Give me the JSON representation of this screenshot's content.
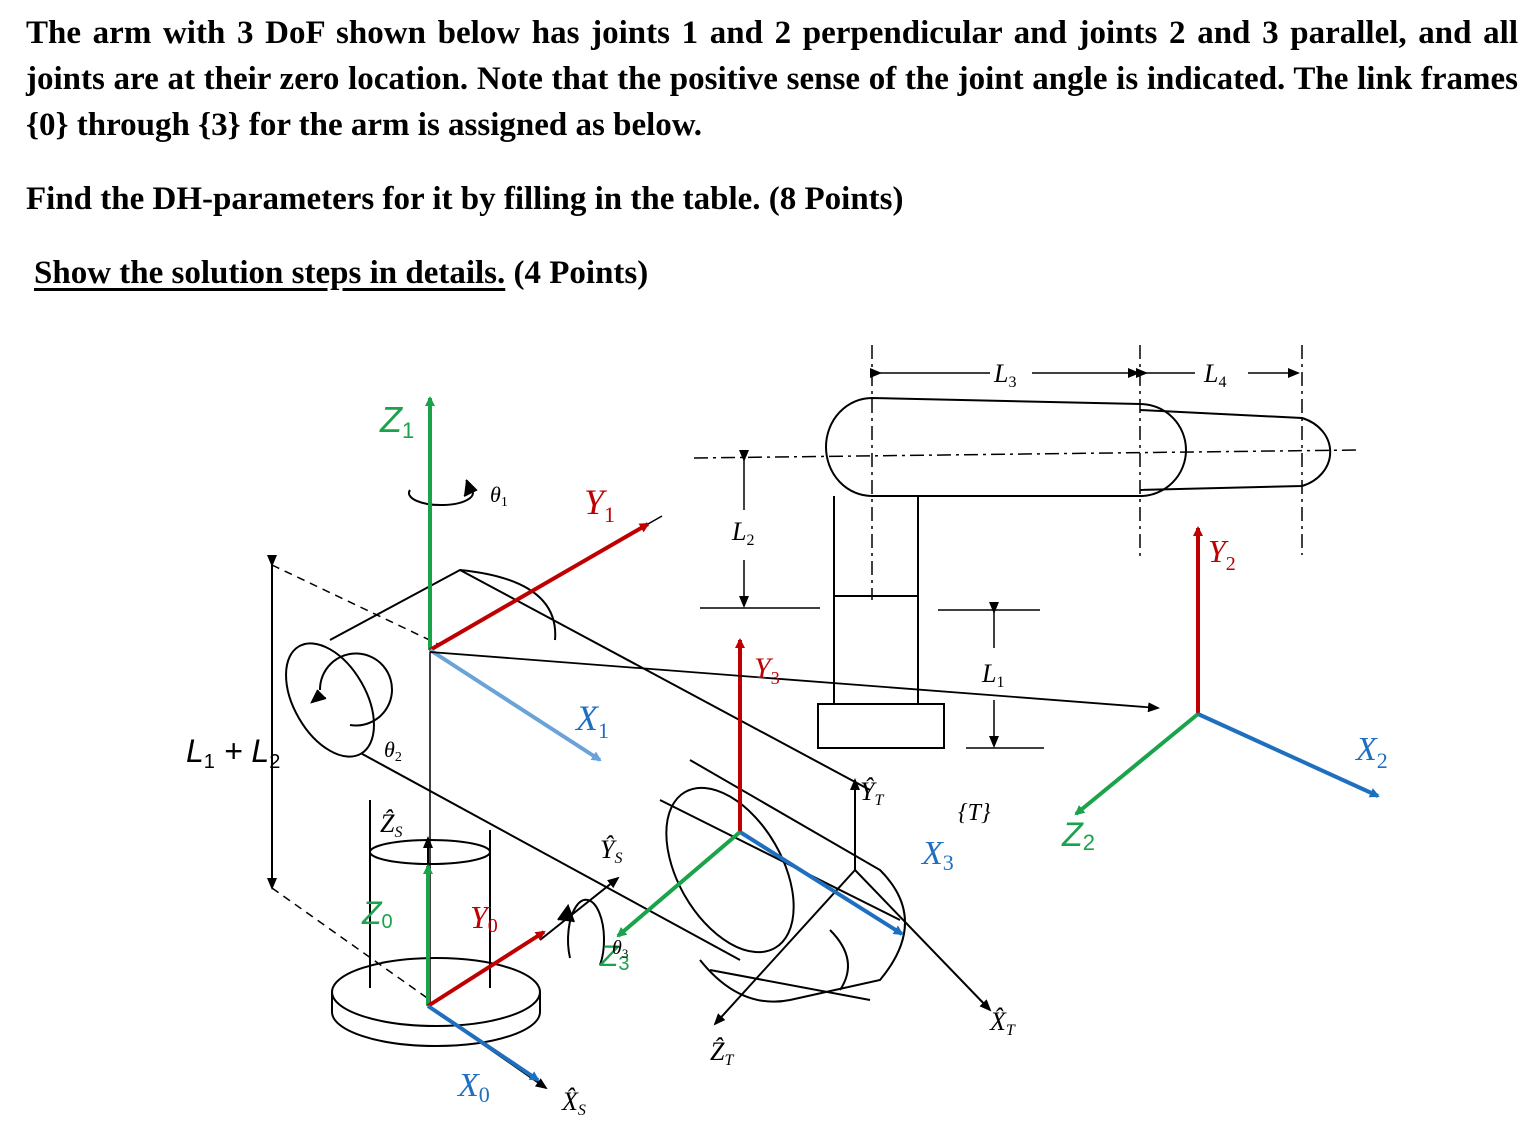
{
  "question": {
    "intro": "The arm with 3 DoF shown below has joints 1 and 2 perpendicular and joints 2 and 3 parallel, and all joints are at their zero location. Note that the positive sense of the joint angle is indicated. The link frames {0} through {3} for the arm is assigned as below.",
    "task": "Find the DH-parameters for it by filling in the table. (8 Points)",
    "steps_underlined": "Show the solution steps in details.",
    "steps_points": " (4 Points)"
  },
  "figure": {
    "labels": {
      "Z1": "Z",
      "Z1_sub": "1",
      "theta1": "θ",
      "theta1_sub": "1",
      "Y1": "Y",
      "Y1_sub": "1",
      "X1": "X",
      "X1_sub": "1",
      "L1L2": "L",
      "L1L2_sub1": "1",
      "L1L2_plus": " + L",
      "L1L2_sub2": "2",
      "theta2": "θ",
      "theta2_sub": "2",
      "ZS": "Ẑ",
      "ZS_sub": "S",
      "Z0": "Z",
      "Z0_sub": "0",
      "Y0": "Y",
      "Y0_sub": "0",
      "YS": "Ŷ",
      "YS_sub": "S",
      "Z3": "Z",
      "Z3_sub": "3",
      "theta3": "θ",
      "theta3_sub": "3",
      "X0": "X",
      "X0_sub": "0",
      "XS": "X̂",
      "XS_sub": "S",
      "ZT": "Ẑ",
      "ZT_sub": "T",
      "Y3": "Y",
      "Y3_sub": "3",
      "YT": "Ŷ",
      "YT_sub": "T",
      "T": "{T}",
      "X3": "X",
      "X3_sub": "3",
      "XT": "X̂",
      "XT_sub": "T",
      "L3": "L",
      "L3_sub": "3",
      "L4": "L",
      "L4_sub": "4",
      "L2": "L",
      "L2_sub": "2",
      "L1": "L",
      "L1_sub": "1",
      "Y2": "Y",
      "Y2_sub": "2",
      "Z2": "Z",
      "Z2_sub": "2",
      "X2": "X",
      "X2_sub": "2"
    },
    "colors": {
      "z_axis": "#1aa34a",
      "y_axis": "#c00000",
      "x_axis": "#1f6fc0",
      "x1_axis": "#6aa3d8",
      "ink": "#000000"
    }
  }
}
